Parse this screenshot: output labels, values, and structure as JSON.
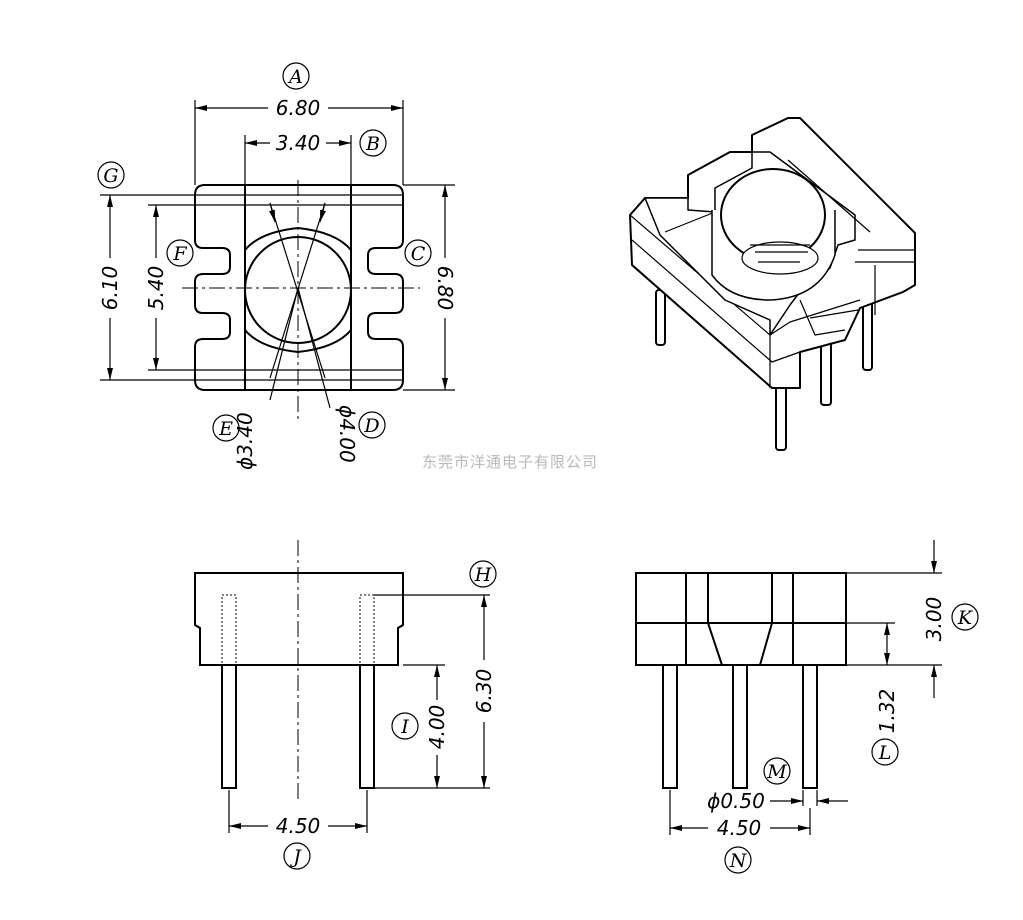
{
  "labels": {
    "A": "A",
    "B": "B",
    "C": "C",
    "D": "D",
    "E": "E",
    "F": "F",
    "G": "G",
    "H": "H",
    "I": "I",
    "J": "J",
    "K": "K",
    "L": "L",
    "M": "M",
    "N": "N"
  },
  "dims": {
    "A": "6.80",
    "B": "3.40",
    "C": "6.80",
    "D": "ϕ4.00",
    "E": "ϕ3.40",
    "F": "5.40",
    "G": "6.10",
    "H": "6.30",
    "I": "4.00",
    "J": "4.50",
    "K": "3.00",
    "L": "1.32",
    "M": "ϕ0.50",
    "N": "4.50"
  },
  "watermark": "东莞市洋通电子有限公司"
}
